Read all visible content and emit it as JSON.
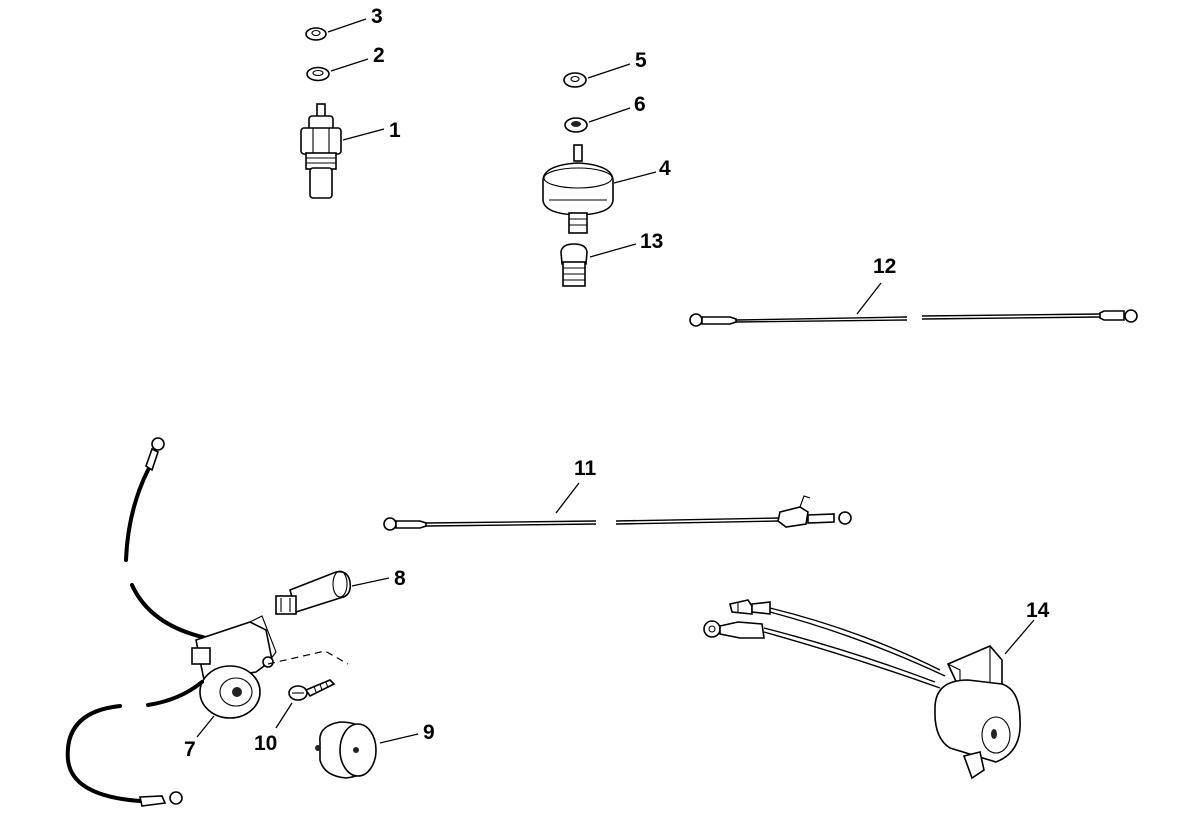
{
  "callouts": [
    {
      "id": "1",
      "label": "1"
    },
    {
      "id": "2",
      "label": "2"
    },
    {
      "id": "3",
      "label": "3"
    },
    {
      "id": "4",
      "label": "4"
    },
    {
      "id": "5",
      "label": "5"
    },
    {
      "id": "6",
      "label": "6"
    },
    {
      "id": "7",
      "label": "7"
    },
    {
      "id": "8",
      "label": "8"
    },
    {
      "id": "9",
      "label": "9"
    },
    {
      "id": "10",
      "label": "10"
    },
    {
      "id": "11",
      "label": "11"
    },
    {
      "id": "12",
      "label": "12"
    },
    {
      "id": "13",
      "label": "13"
    },
    {
      "id": "14",
      "label": "14"
    }
  ]
}
